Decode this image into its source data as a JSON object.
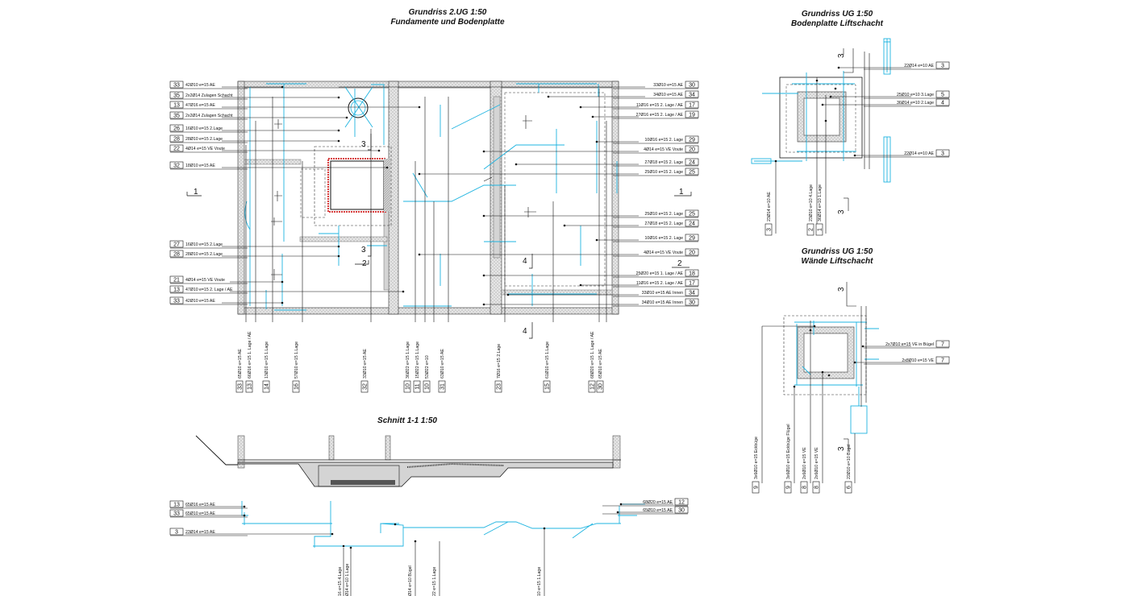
{
  "titles": {
    "main_line1": "Grundriss 2.UG  1:50",
    "main_line2": "Fundamente und Bodenplatte",
    "ug_plate_line1": "Grundriss UG  1:50",
    "ug_plate_line2": "Bodenplatte Liftschacht",
    "ug_walls_line1": "Grundriss UG  1:50",
    "ug_walls_line2": "Wände Liftschacht",
    "section": "Schnitt 1-1 1:50"
  },
  "colors": {
    "line": "#111111",
    "rebar": "#1fb4e0",
    "hatch": "#bdbdbd",
    "column_fill": "#d4d4d4",
    "shaft_red": "#d63b3b"
  },
  "section_markers": {
    "left_1": "1",
    "right_1": "1",
    "mark_2a": "2",
    "mark_2b": "2",
    "mark_3a": "3",
    "mark_3b": "3",
    "mark_4a": "4",
    "mark_4b": "4",
    "lift_3a": "3",
    "lift_3b": "3",
    "lift_3c": "3",
    "lift_3d": "3"
  },
  "main_left_callouts": [
    {
      "num": "33",
      "text": "42Ø10 e=15 AE"
    },
    {
      "num": "35",
      "text": "2x2Ø14 Zulagen Schacht"
    },
    {
      "num": "13",
      "text": "47Ø16 e=15 AE"
    },
    {
      "num": "35",
      "text": "2x2Ø14 Zulagen Schacht"
    },
    {
      "num": "26",
      "text": "16Ø10 e=15 2.Lage"
    },
    {
      "num": "28",
      "text": "28Ø10 e=15 2.Lage"
    },
    {
      "num": "22",
      "text": "4Ø14 e=15 VE Voute"
    },
    {
      "num": "32",
      "text": "18Ø10 e=15 AE"
    },
    {
      "num": "27",
      "text": "16Ø10 e=15 2.Lage"
    },
    {
      "num": "28",
      "text": "28Ø10 e=15 2.Lage"
    },
    {
      "num": "21",
      "text": "4Ø14 e=15 VE Voute"
    },
    {
      "num": "13",
      "text": "47Ø10 e=15 2. Lage / AE"
    },
    {
      "num": "33",
      "text": "42Ø10 e=15 AE"
    }
  ],
  "main_right_callouts": [
    {
      "num": "30",
      "text": "33Ø10 e=15 AE"
    },
    {
      "num": "34",
      "text": "34Ø10 e=15 AE"
    },
    {
      "num": "17",
      "text": "11Ø16 e=15 2. Lage / AE"
    },
    {
      "num": "19",
      "text": "27Ø16 e=15 2. Lage / AE"
    },
    {
      "num": "29",
      "text": "10Ø16 e=15 2. Lage"
    },
    {
      "num": "20",
      "text": "4Ø14 e=15 VE Voute"
    },
    {
      "num": "24",
      "text": "27Ø18 e=15 2. Lage"
    },
    {
      "num": "25",
      "text": "25Ø10 e=15 2. Lage"
    },
    {
      "num": "25",
      "text": "25Ø10 e=15 2. Lage"
    },
    {
      "num": "24",
      "text": "27Ø18 e=15 2. Lage"
    },
    {
      "num": "29",
      "text": "10Ø16 e=15 2. Lage"
    },
    {
      "num": "20",
      "text": "4Ø14 e=15 VE Voute"
    },
    {
      "num": "18",
      "text": "25Ø20 e=15 1. Lage / AE"
    },
    {
      "num": "17",
      "text": "11Ø16 e=15 2. Lage / AE"
    },
    {
      "num": "34",
      "text": "33Ø10 e=15 AE Innen"
    },
    {
      "num": "30",
      "text": "34Ø10 e=15 AE Innen"
    }
  ],
  "main_bottom_callouts": [
    {
      "num": "33",
      "text": "65Ø10 e=15 AE"
    },
    {
      "num": "13",
      "text": "66Ø16 e=15 1. Lage / AE"
    },
    {
      "num": "14",
      "text": "13Ø10 e=15 1.Lage"
    },
    {
      "num": "16",
      "text": "57Ø10 e=15 1.Lage"
    },
    {
      "num": "32",
      "text": "33Ø10 e=15 AE"
    },
    {
      "num": "10",
      "text": "36Ø22 e=15 1.Lage"
    },
    {
      "num": "11",
      "text": "15Ø22 e=15 1.Lage"
    },
    {
      "num": "10",
      "text": "53Ø22 e=10"
    },
    {
      "num": "31",
      "text": "63Ø10 e=15 AE"
    },
    {
      "num": "23",
      "text": "7Ø16 e=15 2.Lage"
    },
    {
      "num": "15",
      "text": "61Ø10 e=15 1.Lage"
    },
    {
      "num": "12",
      "text": "68Ø20 e=15 1. Lage / AE"
    },
    {
      "num": "30",
      "text": "65Ø10 e=15 AE"
    }
  ],
  "ug_plate_callouts": [
    {
      "num": "3",
      "text": "22Ø14 e=10 AE"
    },
    {
      "num": "5",
      "text": "25Ø10 e=10 3.Lage"
    },
    {
      "num": "4",
      "text": "36Ø14 e=10 2.Lage"
    },
    {
      "num": "3",
      "text": "22Ø14 e=10 AE"
    }
  ],
  "ug_plate_bottom_callouts": [
    {
      "num": "3",
      "text": "23Ø14 e=10 AE"
    },
    {
      "num": "2",
      "text": "23Ø10 e=10 4.Lage"
    },
    {
      "num": "1",
      "text": "36Ø14 e=10 1.Lage"
    }
  ],
  "ug_walls_callouts": [
    {
      "num": "7",
      "text": "2x7Ø10 e=15 VE in Bügel"
    },
    {
      "num": "7",
      "text": "2x8Ø10 e=15 VE"
    }
  ],
  "ug_walls_bottom_callouts": [
    {
      "num": "9",
      "text": "3x6Ø10 e=15 Eckbüge"
    },
    {
      "num": "9",
      "text": "3x6Ø10 e=15 Eckbüge Flügel"
    },
    {
      "num": "8",
      "text": "2x6Ø10 e=15 VE"
    },
    {
      "num": "8",
      "text": "2x6Ø10 e=15 VE"
    },
    {
      "num": "6",
      "text": "22Ø10 e=10 Bügel"
    }
  ],
  "section_left_callouts": [
    {
      "num": "13",
      "text": "65Ø16 e=15 AE"
    },
    {
      "num": "33",
      "text": "65Ø10 e=15 AE"
    },
    {
      "num": "3",
      "text": "23Ø14 e=15 AE"
    }
  ],
  "section_right_callouts": [
    {
      "num": "12",
      "text": "68Ø20 e=15 AE"
    },
    {
      "num": "30",
      "text": "65Ø10 e=15 AE"
    }
  ],
  "section_bottom_callouts": [
    {
      "text": "16 e=15 4.Lage"
    },
    {
      "text": "Ø14 e=10 1.Lage"
    },
    {
      "text": "Ø14 e=10 Bügel"
    },
    {
      "text": "22 e=15 1.Lage"
    },
    {
      "text": "10 e=15 1.Lage"
    }
  ]
}
